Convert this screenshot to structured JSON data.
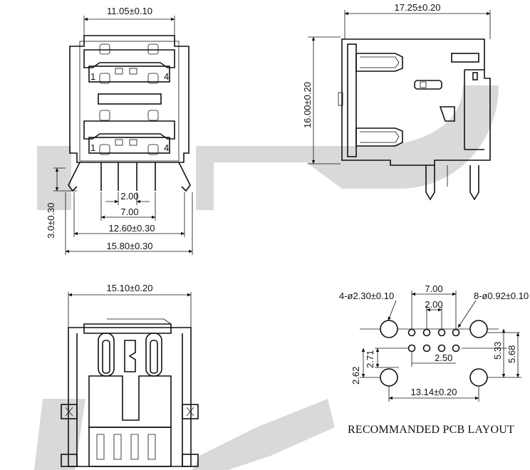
{
  "dimensions": {
    "front_top_width": "11.05±0.10",
    "side_depth": "17.25±0.20",
    "side_height": "16.00±0.20",
    "pin_pitch": "2.00",
    "outer_pin_span": "7.00",
    "peg_span": "12.60±0.30",
    "overall_width": "15.80±0.30",
    "pin_length": "3.0±0.30",
    "pin_number_first_upper": "1",
    "pin_number_last_upper": "4",
    "pin_number_first_lower": "1",
    "pin_number_last_lower": "4",
    "bottom_width": "15.10±0.20"
  },
  "pcb_layout": {
    "caption": "RECOMMANDED PCB LAYOUT",
    "mount_hole_label": "4-ø2.30±0.10",
    "pin_hole_label": "8-ø0.92±0.10",
    "outer_pin_span": "7.00",
    "pin_pitch": "2.00",
    "mount_hole_pitch": "5.33",
    "total_height": "5.68",
    "row_offset": "2.71",
    "hole_offset": "2.62",
    "row_pitch": "2.50",
    "mount_hole_span": "13.14±0.20"
  },
  "colors": {
    "line": "#111111",
    "watermark": "#d9d9d9"
  }
}
